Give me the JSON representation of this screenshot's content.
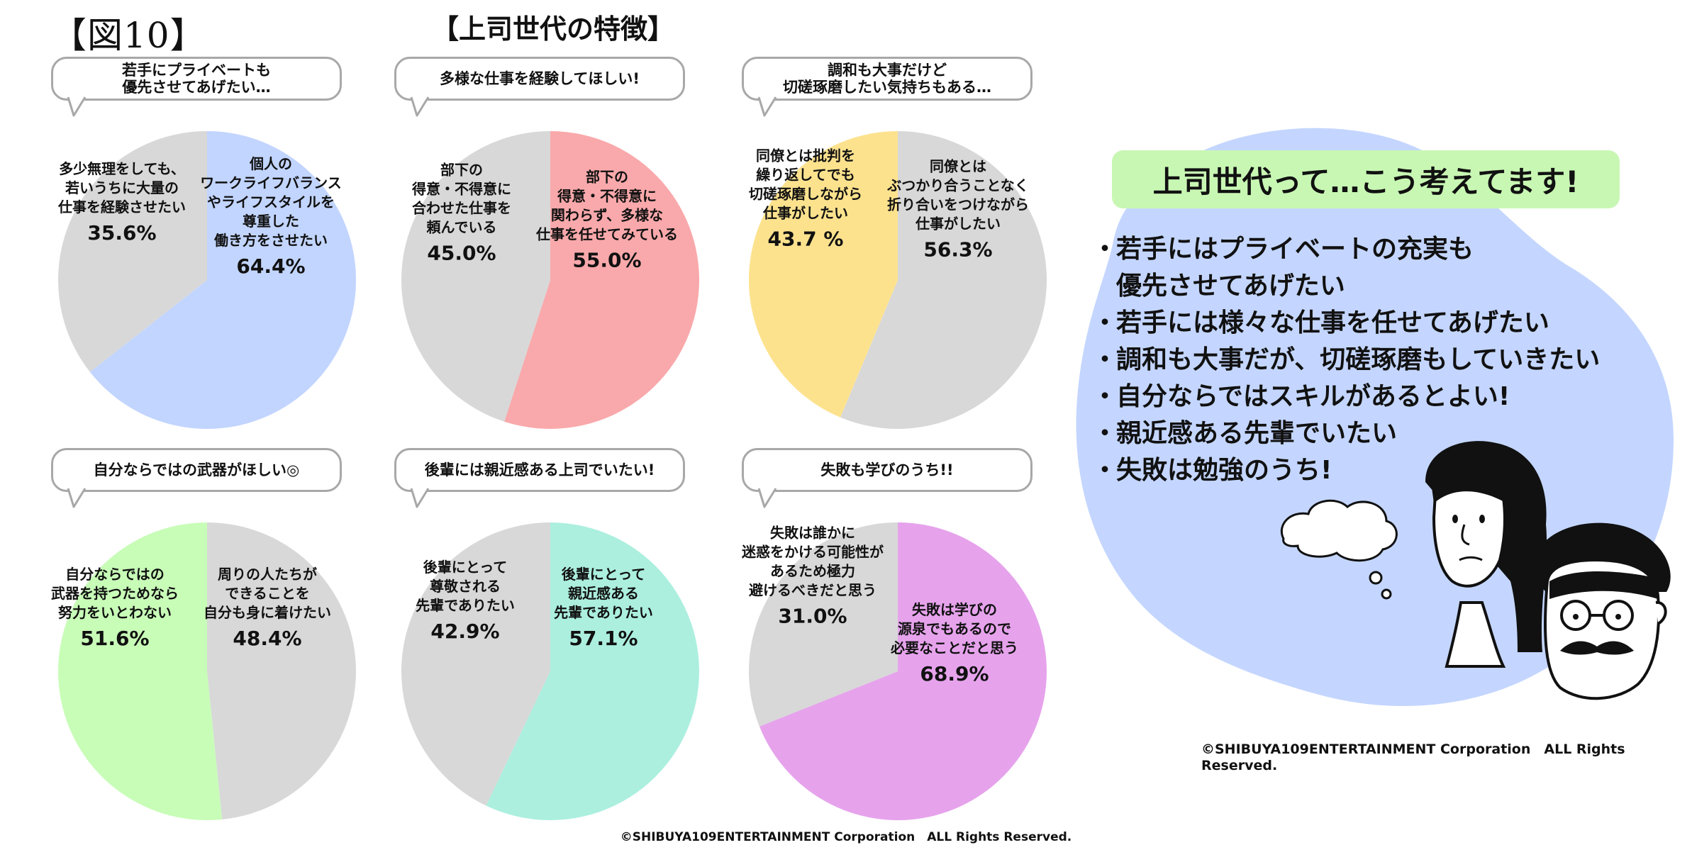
{
  "figure_label": "【図10】",
  "main_title": "【上司世代の特徴】",
  "chart_data": [
    {
      "type": "pie",
      "bubble": "若手にプライベートも\n優先させてあげたい…",
      "slices": [
        {
          "label": [
            "個人の",
            "ワークライフバランス",
            "やライフスタイルを",
            "尊重した",
            "働き方をさせたい"
          ],
          "value": 64.4,
          "value_text": "64.4%",
          "color": "#c2d5ff"
        },
        {
          "label": [
            "多少無理をしても、",
            "若いうちに大量の",
            "仕事を経験させたい"
          ],
          "value": 35.6,
          "value_text": "35.6%",
          "color": "#d8d8d8"
        }
      ]
    },
    {
      "type": "pie",
      "bubble": "多様な仕事を経験してほしい!",
      "slices": [
        {
          "label": [
            "部下の",
            "得意・不得意に",
            "関わらず、多様な",
            "仕事を任せてみている"
          ],
          "value": 55.0,
          "value_text": "55.0%",
          "color": "#f9a9ab"
        },
        {
          "label": [
            "部下の",
            "得意・不得意に",
            "合わせた仕事を",
            "頼んでいる"
          ],
          "value": 45.0,
          "value_text": "45.0%",
          "color": "#d8d8d8"
        }
      ]
    },
    {
      "type": "pie",
      "bubble": "調和も大事だけど\n切磋琢磨したい気持ちもある…",
      "slices": [
        {
          "label": [
            "同僚とは",
            "ぶつかり合うことなく",
            "折り合いをつけながら",
            "仕事がしたい"
          ],
          "value": 56.3,
          "value_text": "56.3%",
          "color": "#d8d8d8"
        },
        {
          "label": [
            "同僚とは批判を",
            "繰り返してでも",
            "切磋琢磨しながら",
            "仕事がしたい"
          ],
          "value": 43.7,
          "value_text": "43.7 %",
          "color": "#fde28e"
        }
      ]
    },
    {
      "type": "pie",
      "bubble": "自分ならではの武器がほしい◎",
      "slices": [
        {
          "label": [
            "周りの人たちが",
            "できることを",
            "自分も身に着けたい"
          ],
          "value": 48.4,
          "value_text": "48.4%",
          "color": "#d8d8d8"
        },
        {
          "label": [
            "自分ならではの",
            "武器を持つためなら",
            "努力をいとわない"
          ],
          "value": 51.6,
          "value_text": "51.6%",
          "color": "#c8fdb8"
        }
      ]
    },
    {
      "type": "pie",
      "bubble": "後輩には親近感ある上司でいたい!",
      "slices": [
        {
          "label": [
            "後輩にとって",
            "親近感ある",
            "先輩でありたい"
          ],
          "value": 57.1,
          "value_text": "57.1%",
          "color": "#acefdf"
        },
        {
          "label": [
            "後輩にとって",
            "尊敬される",
            "先輩でありたい"
          ],
          "value": 42.9,
          "value_text": "42.9%",
          "color": "#d8d8d8"
        }
      ]
    },
    {
      "type": "pie",
      "bubble": "失敗も学びのうち!!",
      "slices": [
        {
          "label": [
            "失敗は学びの",
            "源泉でもあるので",
            "必要なことだと思う"
          ],
          "value": 68.9,
          "value_text": "68.9%",
          "color": "#e6a3ec"
        },
        {
          "label": [
            "失敗は誰かに",
            "迷惑をかける可能性が",
            "あるため極力",
            "避けるべきだと思う"
          ],
          "value": 31.0,
          "value_text": "31.0%",
          "color": "#d8d8d8"
        }
      ]
    }
  ],
  "summary": {
    "title": "上司世代って…こう考えてます!",
    "items": [
      "若手にはプライベートの充実も\n優先させてあげたい",
      "若手には様々な仕事を任せてあげたい",
      "調和も大事だが、切磋琢磨もしていきたい",
      "自分ならではスキルがあるとよい!",
      "親近感ある先輩でいたい",
      "失敗は勉強のうち!"
    ],
    "colors": {
      "blob": "#c4d6ff",
      "title_bg": "#c8f7b4"
    }
  },
  "copyright_right": "©SHIBUYA109ENTERTAINMENT Corporation　ALL Rights Reserved.",
  "copyright_bottom": "©SHIBUYA109ENTERTAINMENT Corporation　ALL Rights Reserved."
}
